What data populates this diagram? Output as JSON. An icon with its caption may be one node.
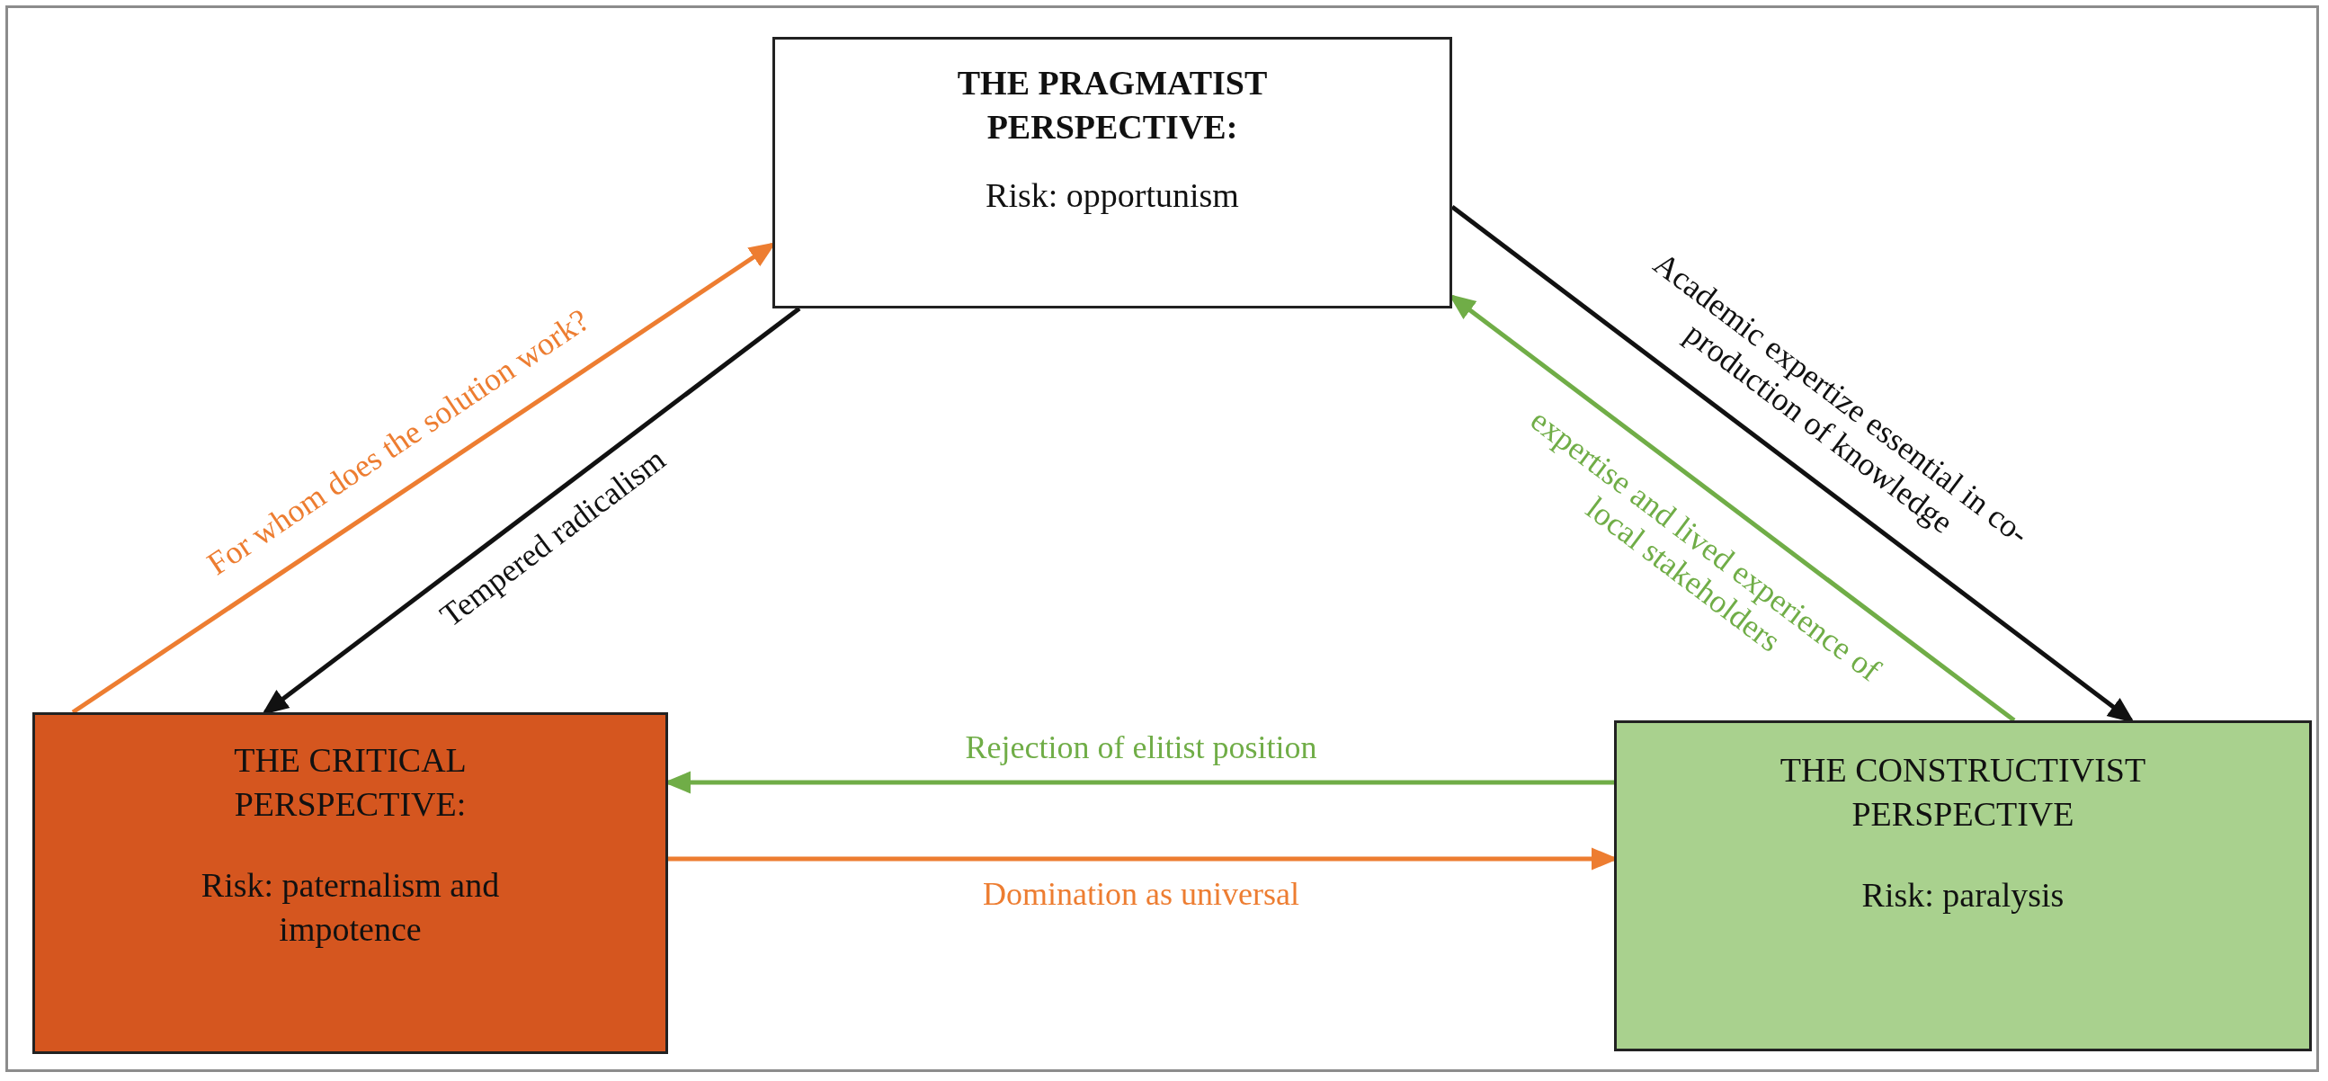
{
  "diagram": {
    "nodes": [
      {
        "text": [
          "THE PRAGMATIST PERSPECTIVE:",
          "Risk: opportunism"
        ]
      },
      {
        "text": [
          "THE CRITICAL PERSPECTIVE:",
          "Risk: paternalism and impotence"
        ]
      },
      {
        "text": [
          "THE CONSTRUCTIVIST PERSPECTIVE",
          "Risk: paralysis"
        ]
      }
    ],
    "edges": [
      {
        "from": 1,
        "to": 0,
        "arrow": "to",
        "label": "For whom does the solution work?",
        "color": "#ed7d31"
      },
      {
        "from": 0,
        "to": 1,
        "arrow": "to",
        "label": "Tempered radicalism",
        "color": "#111111"
      },
      {
        "from": 0,
        "to": 2,
        "arrow": "to",
        "label": "Academic expertize essential in co-production of knowledge",
        "color": "#111111"
      },
      {
        "from": 2,
        "to": 0,
        "arrow": "to",
        "label": "expertise and lived experience of local stakeholders",
        "color": "#70ad47"
      },
      {
        "from": 2,
        "to": 1,
        "arrow": "to",
        "label": "Rejection of elitist position",
        "color": "#70ad47"
      },
      {
        "from": 1,
        "to": 2,
        "arrow": "to",
        "label": "Domination as universal",
        "color": "#ed7d31"
      }
    ]
  }
}
